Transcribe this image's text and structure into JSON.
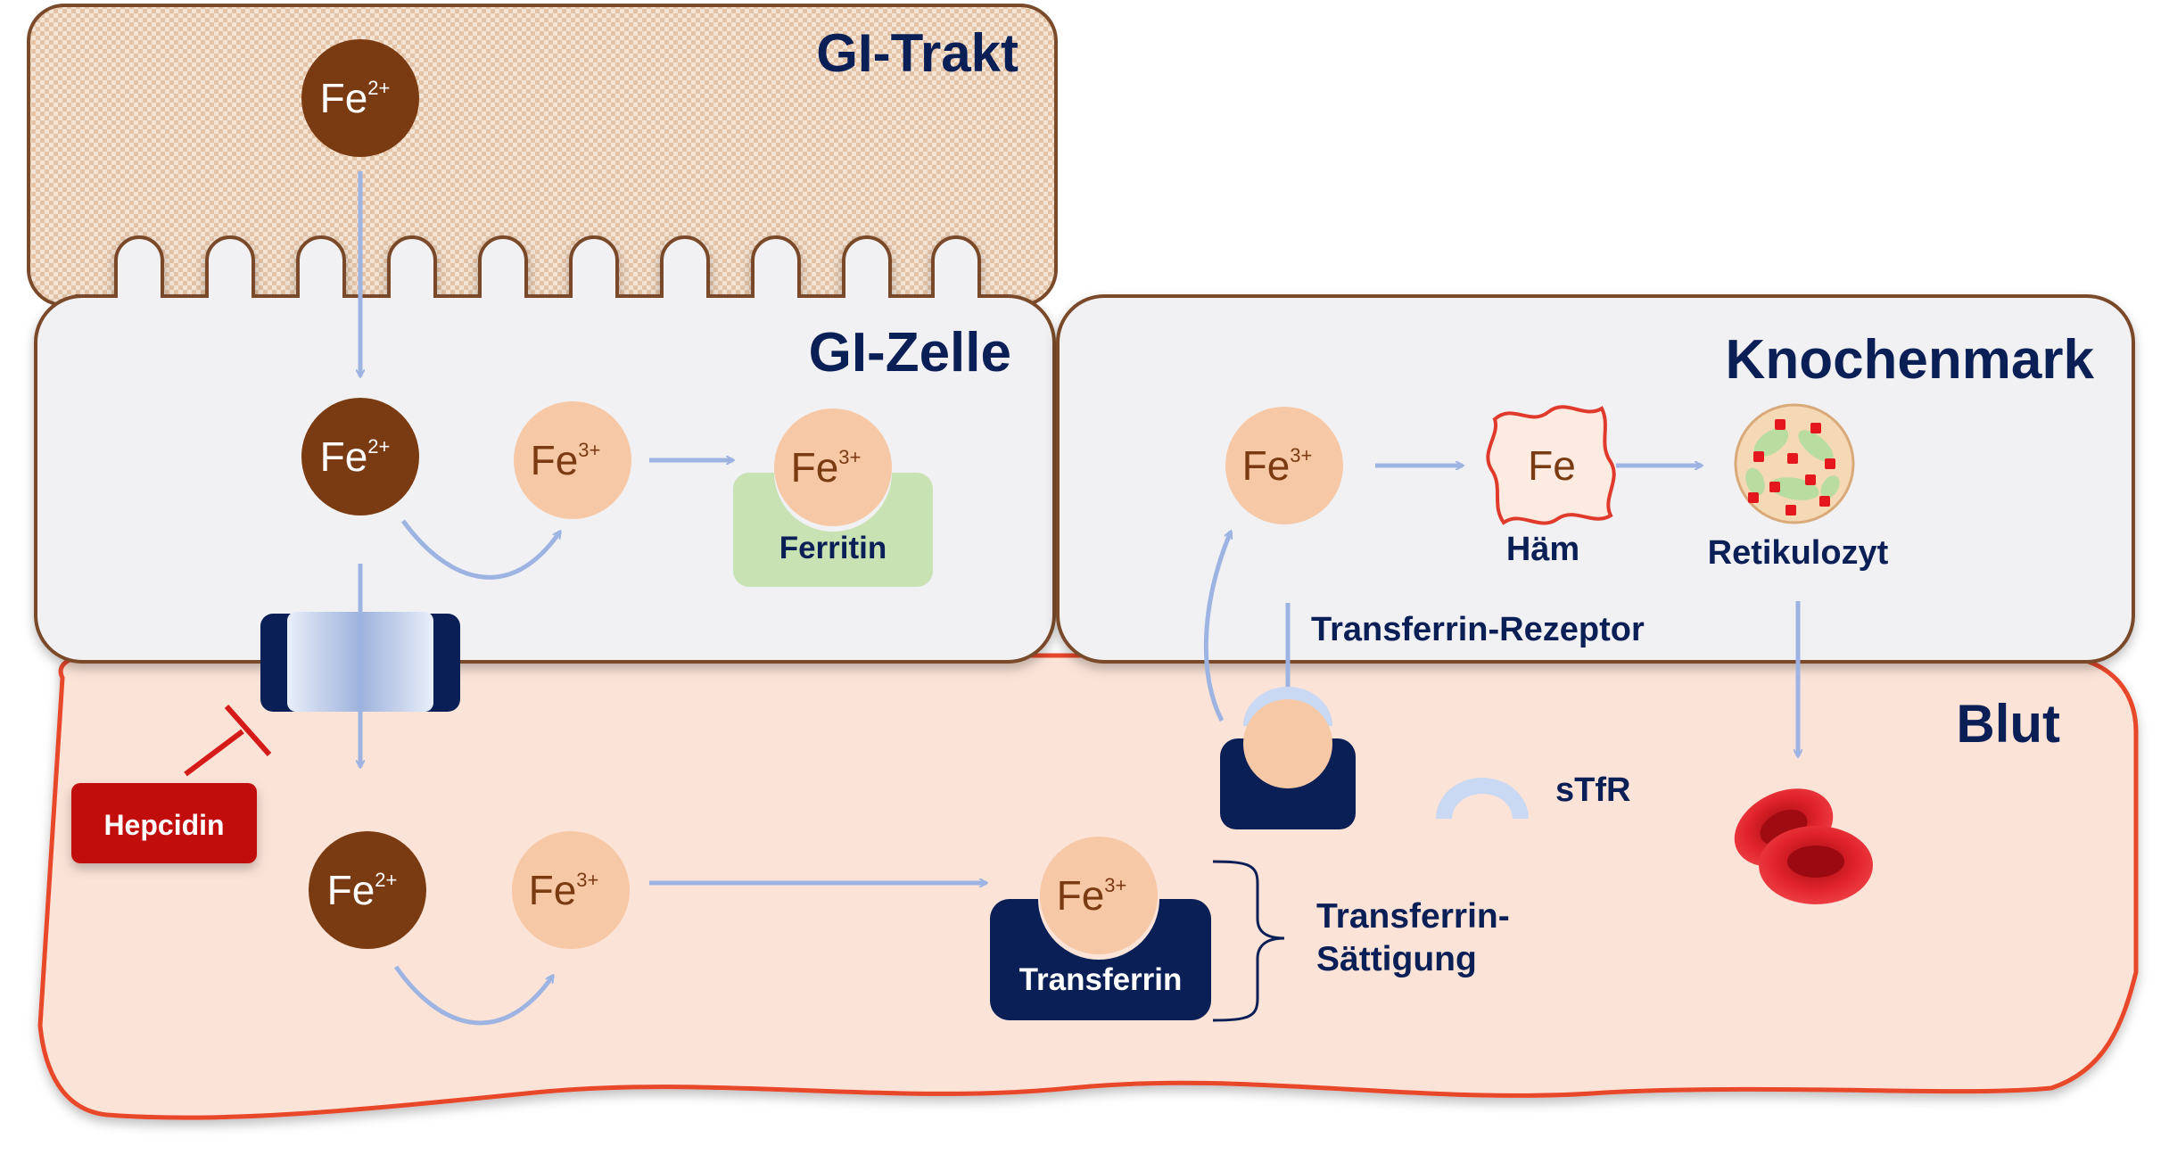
{
  "regions": {
    "gi_trakt": "GI-Trakt",
    "gi_zelle": "GI-Zelle",
    "knochenmark": "Knochenmark",
    "blut": "Blut"
  },
  "ions": {
    "fe2": "Fe",
    "fe2_charge": "2+",
    "fe3": "Fe",
    "fe3_charge": "3+",
    "haem_fe": "Fe"
  },
  "labels": {
    "ferritin": "Ferritin",
    "haem": "Häm",
    "retikulozyt": "Retikulozyt",
    "transferrin_rezeptor": "Transferrin-Rezeptor",
    "stfr": "sTfR",
    "transferrin": "Transferrin",
    "transferrin_saettigung_1": "Transferrin-",
    "transferrin_saettigung_2": "Sättigung",
    "hepcidin": "Hepcidin"
  },
  "colors": {
    "fe2_brown": "#7a3a12",
    "fe3_peach": "#f6c8a6",
    "navy": "#0b1f57",
    "arrow": "#9db4e3",
    "ferritin_green": "#c8e2b4",
    "hepcidin_red": "#c20f0f",
    "blood_fill": "#fbe3d7",
    "blood_border": "#e8472b",
    "cell_fill": "#f1f1f3",
    "cell_border": "#7a4a2a",
    "gi_tract_fill": "#ecd3bd"
  }
}
